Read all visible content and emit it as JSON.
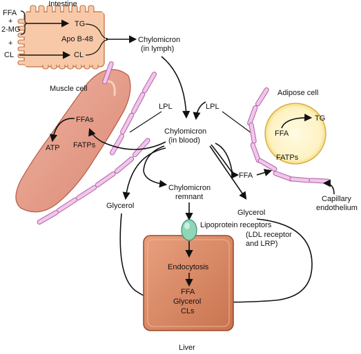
{
  "intestine": {
    "title": "Intestine",
    "inputs": {
      "ffa": "FFA",
      "plus1": "+",
      "mg": "2-MG",
      "plus2": "+",
      "cl": "CL"
    },
    "contents": {
      "tg": "TG",
      "apo": "Apo B-48",
      "cl": "CL"
    }
  },
  "lymph": {
    "line1": "Chylomicron",
    "line2": "(in lymph)"
  },
  "muscle": {
    "title": "Muscle cell",
    "ffas": "FFAs",
    "atp": "ATP",
    "fatps": "FATPs"
  },
  "lpl_left": "LPL",
  "lpl_right": "LPL",
  "blood": {
    "line1": "Chylomicron",
    "line2": "(in blood)"
  },
  "adipose": {
    "title": "Adipose cell",
    "tg": "TG",
    "ffa": "FFA",
    "fatps": "FATPs"
  },
  "ffa_to_adipose": "FFA",
  "remnant": {
    "line1": "Chylomicron",
    "line2": "remnant"
  },
  "glycerol_left": "Glycerol",
  "glycerol_right": "Glycerol",
  "receptors": {
    "line1": "Lipoprotein receptors",
    "line2": "(LDL receptor",
    "line3": "and LRP)"
  },
  "capillary": {
    "line1": "Capillary",
    "line2": "endothelium"
  },
  "liver": {
    "title": "Liver",
    "endocytosis": "Endocytosis",
    "ffa": "FFA",
    "glycerol": "Glycerol",
    "cls": "CLs"
  },
  "colors": {
    "intestine_fill": "#f7c9a8",
    "intestine_stroke": "#c0703e",
    "muscle_fill": "#e8a08e",
    "muscle_stroke": "#b9604e",
    "adipose_outer": "#f3d46a",
    "adipose_inner": "#fdf3c6",
    "liver_fill": "#d98a66",
    "liver_stroke": "#9c4a2a",
    "capillary_fill": "#f1c6ec",
    "capillary_stroke": "#b56aa9",
    "receptor_fill": "#8fd6b8",
    "receptor_stroke": "#3f8f6d"
  }
}
